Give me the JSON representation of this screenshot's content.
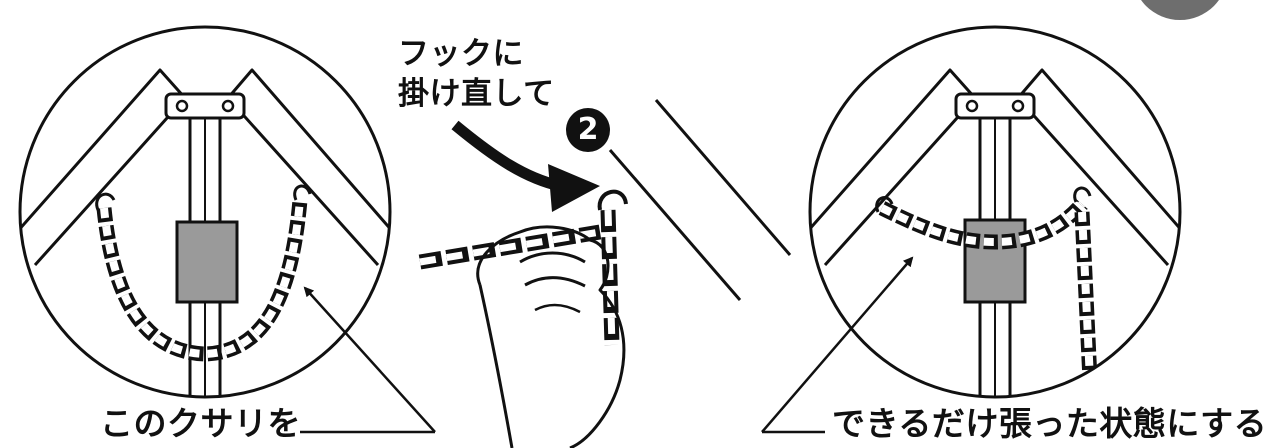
{
  "labels": {
    "hook_line1": "フックに",
    "hook_line2": "掛け直して",
    "step_number": "2",
    "chain_label": "このクサリを",
    "taut_label": "できるだけ張った状態にする"
  },
  "colors": {
    "ink": "#111111",
    "plate": "#9a9a9a",
    "corner_badge": "#6e6e6e"
  },
  "icons": {
    "step_badge": "circled-number-2",
    "hand": "hand-holding-chain",
    "arrow": "curved-arrow"
  }
}
